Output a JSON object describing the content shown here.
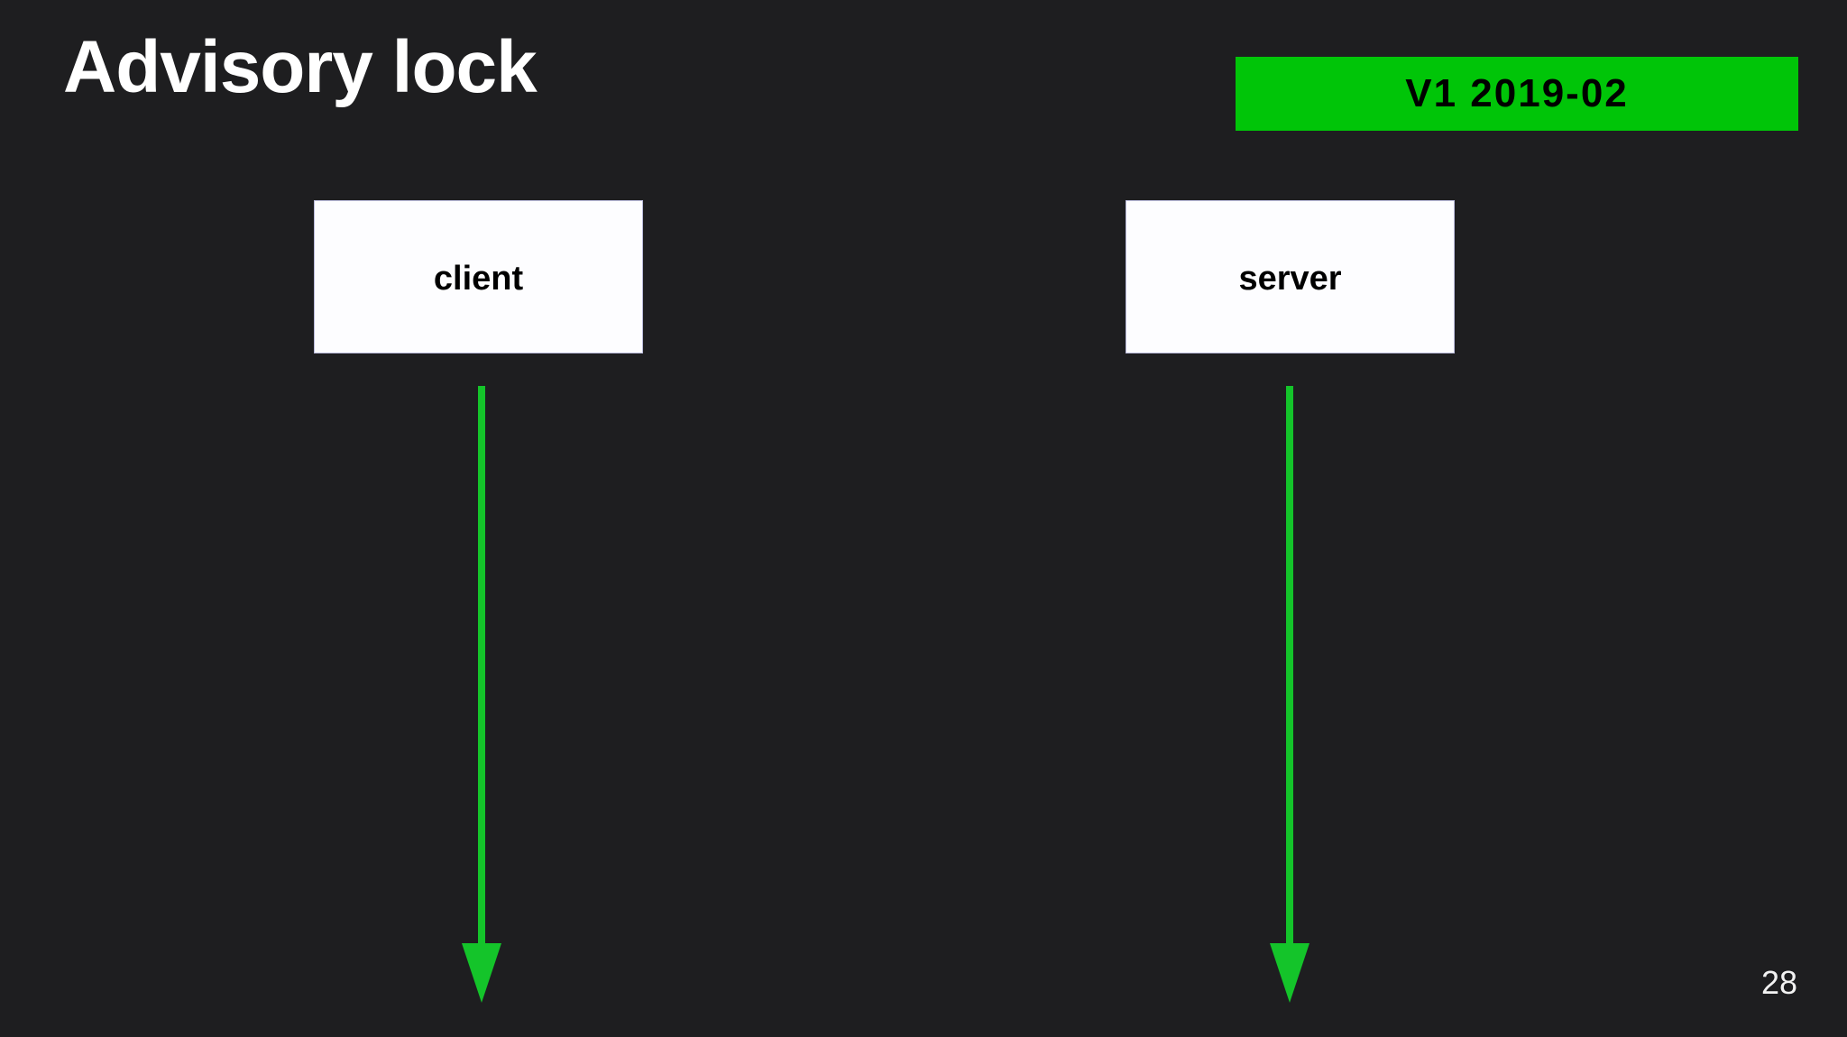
{
  "slide": {
    "title": "Advisory lock",
    "page_number": "28",
    "background_color": "#1e1e20"
  },
  "badge": {
    "label": "V1 2019-02",
    "background_color": "#00c508",
    "text_color": "#000000"
  },
  "diagram": {
    "type": "sequence-diagram",
    "accent_color": "#14c42a",
    "participants": [
      {
        "id": "client",
        "label": "client"
      },
      {
        "id": "server",
        "label": "server"
      }
    ],
    "lifelines": [
      {
        "participant": "client",
        "arrowhead": "down-triangle"
      },
      {
        "participant": "server",
        "arrowhead": "down-triangle"
      }
    ],
    "messages": []
  }
}
